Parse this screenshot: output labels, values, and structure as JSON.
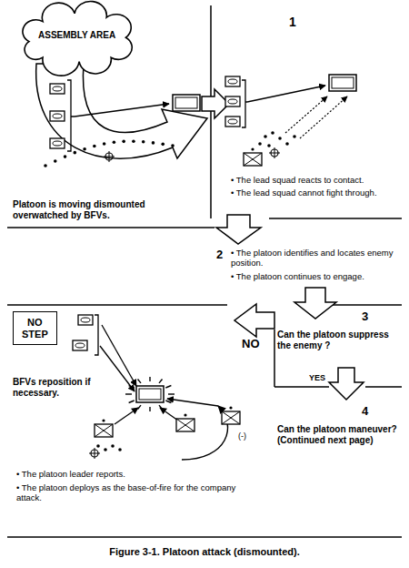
{
  "diagram": {
    "caption": "Figure 3-1. Platoon attack (dismounted).",
    "nodes": [
      {
        "text": [
          "ASSEMBLY AREA"
        ]
      },
      {
        "text": [
          "NO STEP"
        ]
      }
    ],
    "labels": [
      "1",
      "• The lead squad reacts to contact.",
      "• The lead squad cannot fight through.",
      "Platoon is moving dismounted overwatched by BFVs.",
      "2",
      "• The platoon identifies and locates enemy position.",
      "• The platoon continues to engage.",
      "BFVs reposition if necessary.",
      "NO",
      "3",
      "Can the platoon suppress the enemy ?",
      "YES",
      "4",
      "Can the platoon maneuver? (Continued next page)",
      "• The platoon leader reports.",
      "• The platoon deploys as the base-of-fire for the company attack.",
      "(-)"
    ]
  }
}
